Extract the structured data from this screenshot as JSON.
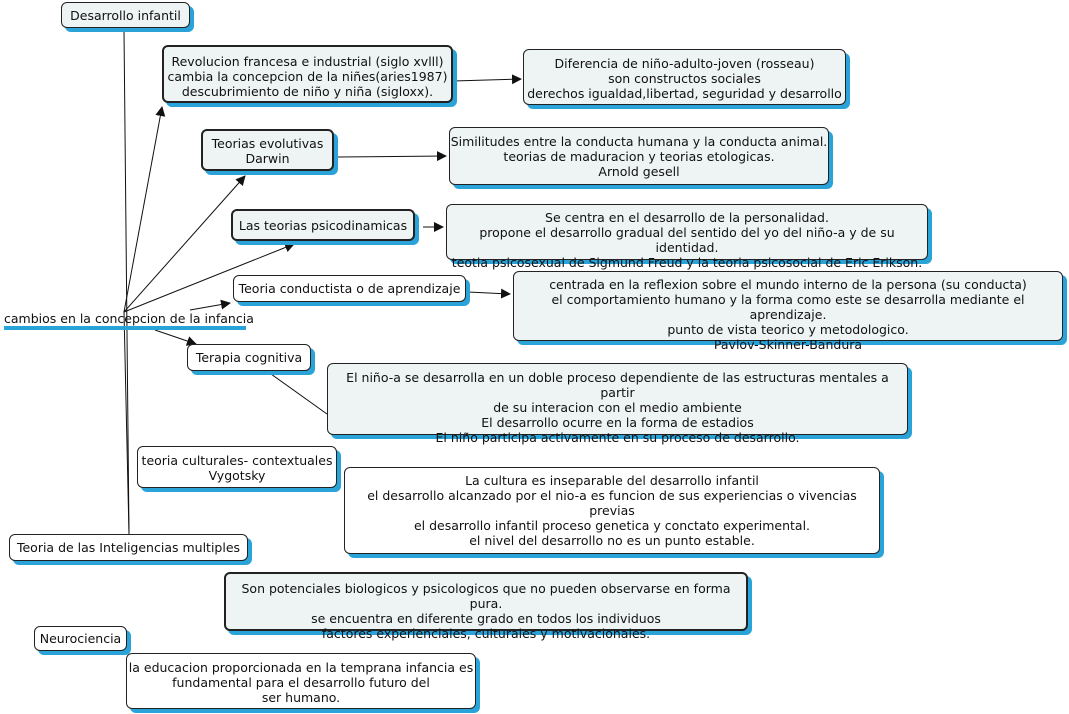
{
  "nodes": {
    "desarrollo_infantil": "Desarrollo infantil",
    "hub": "cambios en la concepcion de la infancia",
    "revolucion": "Revolucion francesa e industrial (siglo xvlll)\ncambia la concepcion de la niñes(aries1987)\ndescubrimiento de niño y niña (sigloxx).",
    "diferencia": "Diferencia de niño-adulto-joven (rosseau)\nson constructos sociales\nderechos igualdad,libertad, seguridad y desarrollo",
    "teorias_evolutivas": "Teorias evolutivas\nDarwin",
    "similitudes": "Similitudes entre la conducta humana y la conducta animal.\nteorias de maduracion y teorias etologicas.\nArnold gesell",
    "psicodinamicas": "Las teorias psicodinamicas",
    "personalidad": "Se centra en el desarrollo de la personalidad.\npropone el desarrollo gradual del sentido del yo del niño-a y de su identidad.\nteotia psicosexual de Sigmund Freud y la teoria psicosocial de Eric Erikson.",
    "conductista": "Teoria conductista o de aprendizaje",
    "reflexion": "centrada en la reflexion sobre el mundo interno de la persona (su conducta)\nel comportamiento humano y la forma como este se desarrolla mediante el aprendizaje.\npunto de vista teorico y metodologico.\nPavlov-Skinner-Bandura",
    "cognitiva": "Terapia cognitiva",
    "doble_proceso": "El niño-a  se desarrolla en un doble proceso dependiente de las estructuras mentales a partir\nde su interacion con el medio ambiente\nEl desarrollo ocurre en la forma de estadios\nEl niño participa activamente en su proceso de desarrollo.",
    "culturales": "teoria culturales- contextuales\nVygotsky",
    "cultura": "La cultura es inseparable del desarrollo infantil\nel desarrollo alcanzado por el nio-a es funcion de sus experiencias o vivencias previas\nel desarrollo infantil proceso genetica y conctato experimental.\nel nivel del desarrollo no es un punto estable.",
    "inteligencias": "Teoria de las Inteligencias multiples",
    "potenciales": "Son potenciales biologicos y psicologicos que no pueden observarse en forma pura.\nse encuentra en diferente grado en todos los individuos\nfactores experienciales, culturales y motivacionales.",
    "neurociencia": "Neurociencia",
    "educacion": "la educacion proporcionada en la temprana infancia es\nfundamental para el desarrollo futuro del\nser humano."
  },
  "colors": {
    "accent_shadow": "#29a3d8",
    "box_tint": "#eef3f4",
    "line": "#111111"
  }
}
